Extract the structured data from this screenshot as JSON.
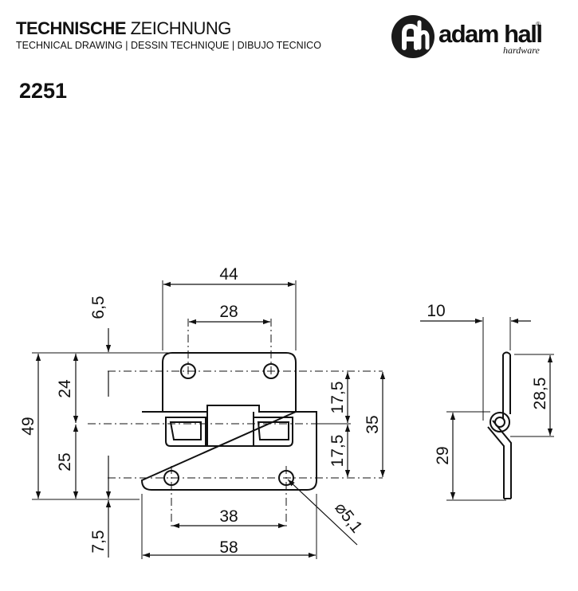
{
  "header": {
    "title_bold": "TECHNISCHE",
    "title_regular": " ZEICHNUNG",
    "subtitle": "TECHNICAL DRAWING | DESSIN TECHNIQUE | DIBUJO TECNICO",
    "part_number": "2251"
  },
  "brand": {
    "name": "adam hall",
    "tagline": "hardware",
    "registered": "®",
    "logo_letters": "ah",
    "logo_color": "#1a1a1a"
  },
  "dimensions": {
    "top_width": "44",
    "top_holes": "28",
    "top_offset": "6,5",
    "top_height": "24",
    "overall_height": "49",
    "bottom_height": "25",
    "bottom_offset": "7,5",
    "bottom_holes": "38",
    "bottom_width": "58",
    "right_upper": "17,5",
    "right_lower": "17,5",
    "right_total": "35",
    "hole_diameter": "⌀5,1",
    "side_width": "10",
    "side_upper": "28,5",
    "side_lower": "29"
  },
  "line_color": "#111111"
}
